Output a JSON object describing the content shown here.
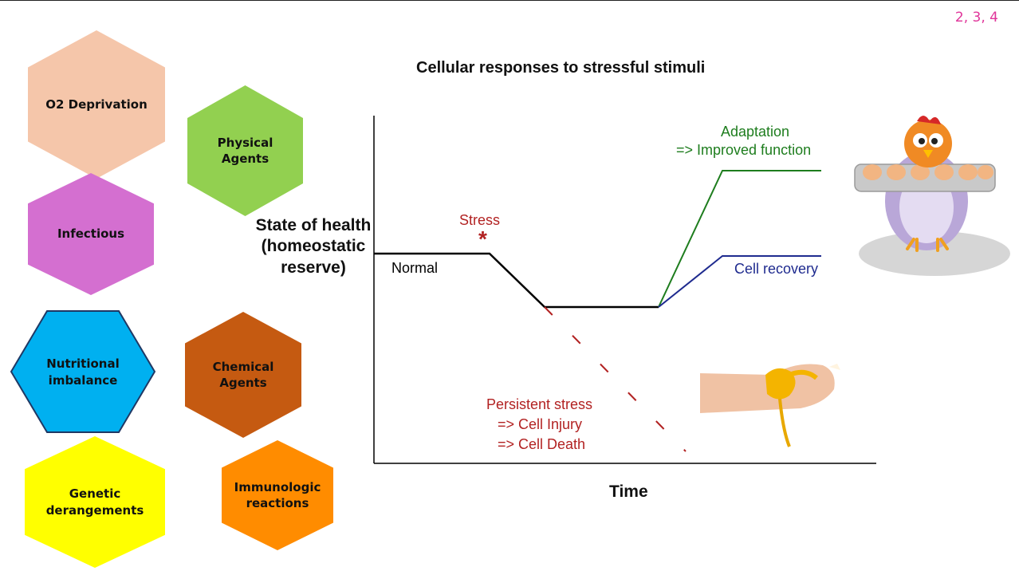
{
  "page_ref": "2, 3, 4",
  "hexagons": [
    {
      "id": "o2",
      "label": "O2 Deprivation",
      "color": "#f5c6aa"
    },
    {
      "id": "physical",
      "label": "Physical Agents",
      "color": "#92d050"
    },
    {
      "id": "infectious",
      "label": "Infectious",
      "color": "#d46fd0"
    },
    {
      "id": "nutritional",
      "label": "Nutritional imbalance",
      "color": "#00b0f0"
    },
    {
      "id": "chemical",
      "label": "Chemical Agents",
      "color": "#c55a11"
    },
    {
      "id": "genetic",
      "label": "Genetic derangements",
      "color": "#ffff00"
    },
    {
      "id": "immunologic",
      "label": "Immunologic reactions",
      "color": "#ff8c00"
    }
  ],
  "chart": {
    "title": "Cellular responses to stressful stimuli",
    "y_label": "State of health (homeostatic reserve)",
    "x_label": "Time",
    "labels": {
      "normal": "Normal",
      "stress": "Stress",
      "stress_mark": "*",
      "adaptation_1": "Adaptation",
      "adaptation_2": "=> Improved function",
      "recovery": "Cell recovery",
      "persistent_1": "Persistent stress",
      "persistent_2": "=> Cell Injury",
      "persistent_3": "=> Cell Death"
    },
    "colors": {
      "normal": "#000000",
      "adaptation": "#1e7d1e",
      "recovery": "#1f2b8f",
      "injury": "#b22222"
    }
  },
  "images": {
    "hen": "hen-with-eggs-illustration",
    "hand": "hand-crushing-egg-photo"
  }
}
